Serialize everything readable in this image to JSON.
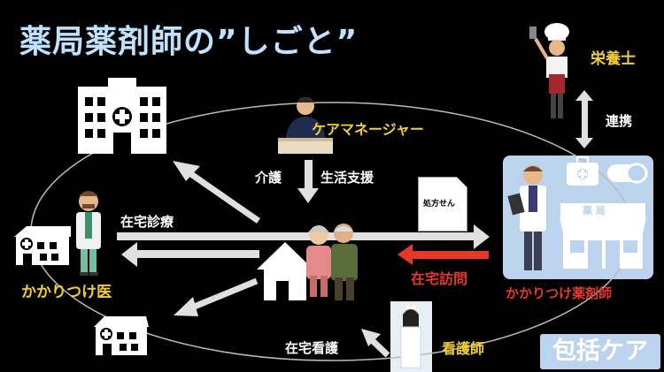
{
  "title": "薬局薬剤師の”しごと”",
  "labels": {
    "eiyoushi": "栄養士",
    "renkei": "連携",
    "care_manager": "ケアマネージャー",
    "kaigo": "介護",
    "seikatsu_shien": "生活支援",
    "zaitaku_shinryo": "在宅診療",
    "kakaritsuke_i": "かかりつけ医",
    "shohousen": "処方せん",
    "zaitaku_houmon": "在宅訪問",
    "kakaritsuke_yakuzaishi": "かかりつけ薬剤師",
    "zaitaku_kango": "在宅看護",
    "kangoshi": "看護師",
    "houkatsu_care": "包括ケア",
    "pharmacy_sign": "薬 局"
  },
  "colors": {
    "title": "#bfe3ff",
    "yellow": "#f2d033",
    "red": "#e5382a",
    "panel": "#bcd3ee"
  },
  "icons": [
    "hospital-icon",
    "clinic-icon",
    "clinic-small-icon",
    "doctor-icon",
    "care-manager-icon",
    "chef-icon",
    "pharmacist-icon",
    "pharmacy-icon",
    "home-icon",
    "elderly-couple-icon",
    "nurse-icon",
    "prescription-icon"
  ]
}
